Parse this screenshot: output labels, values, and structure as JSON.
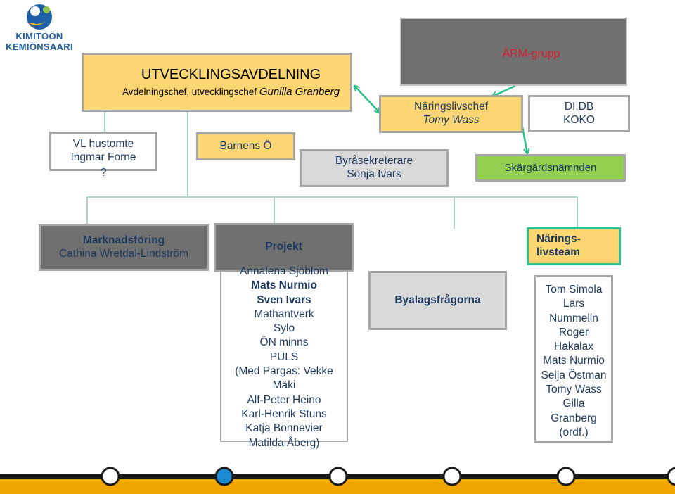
{
  "logo": {
    "line1": "KIMITOÖN",
    "line2": "KEMIÖNSAARI"
  },
  "utveckling": {
    "title": "UTVECKLINGSAVDELNING",
    "subtitle": "Avdelningschef, utvecklingschef",
    "name": "Gunilla Granberg"
  },
  "arm": {
    "label": "ÄRM-grupp"
  },
  "naringslivschef": {
    "title": "Näringslivschef",
    "name": "Tomy Wass"
  },
  "didb": {
    "line1": "DI,DB",
    "line2": "KOKO"
  },
  "vl": {
    "line1": "VL hustomte",
    "line2": "Ingmar Forne",
    "line3": "?"
  },
  "barnens": {
    "label": "Barnens Ö"
  },
  "byra": {
    "title": "Byråsekreterare",
    "name": "Sonja Ivars"
  },
  "skargard": {
    "label": "Skärgårdsnämnden"
  },
  "marknad": {
    "title": "Marknadsföring",
    "name": "Cathina Wretdal-Lindström"
  },
  "projekt": {
    "title": "Projekt",
    "lines": [
      {
        "text": "Annalena Sjöblom",
        "bold": false
      },
      {
        "text": "Mats Nurmio",
        "bold": true
      },
      {
        "text": "Sven Ivars",
        "bold": true
      },
      {
        "text": "Mathantverk",
        "bold": false
      },
      {
        "text": "Sylo",
        "bold": false
      },
      {
        "text": "ÖN minns",
        "bold": false
      },
      {
        "text": "PULS",
        "bold": false
      },
      {
        "text": "(Med Pargas: Vekke",
        "bold": false
      },
      {
        "text": "Mäki",
        "bold": false
      },
      {
        "text": "Alf-Peter Heino",
        "bold": false
      },
      {
        "text": "Karl-Henrik Stuns",
        "bold": false
      },
      {
        "text": "Katja Bonnevier",
        "bold": false
      },
      {
        "text": "Matilda Åberg)",
        "bold": false
      }
    ]
  },
  "byalag": {
    "label": "Byalagsfrågorna"
  },
  "naringslivsteam": {
    "title_line1": "Närings-",
    "title_line2": "livsteam",
    "members": [
      "Tom Simola",
      "Lars",
      "Nummelin",
      "Roger",
      "Hakalax",
      "Mats Nurmio",
      "Seija Östman",
      "Tomy Wass",
      "Gilla",
      "Granberg",
      "(ordf.)"
    ]
  },
  "colors": {
    "yellow": "#fcd672",
    "gray_dark": "#707070",
    "gray_light": "#d9d9d9",
    "green": "#92d050",
    "teal_arrow": "#2bbf8a",
    "line": "#a9d4c6",
    "red": "#e0142b",
    "orange_bar": "#f0a500",
    "blue_dot": "#1c8ad0"
  },
  "timeline": {
    "active_index": 1,
    "count": 6
  }
}
